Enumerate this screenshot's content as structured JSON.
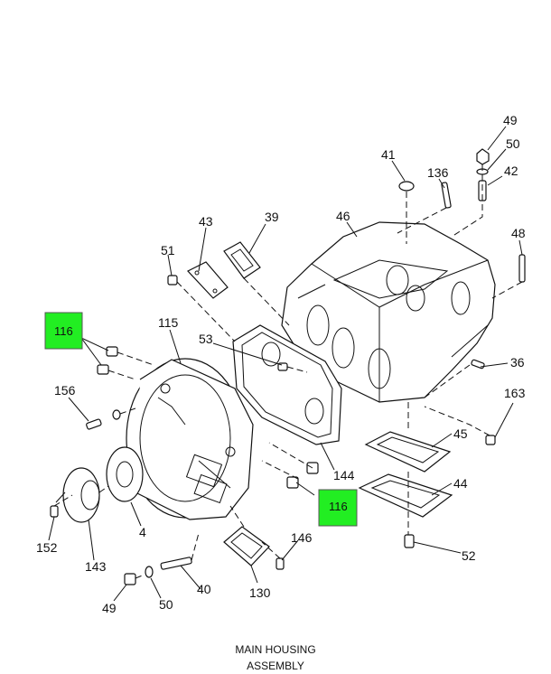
{
  "title_line1": "MAIN HOUSING",
  "title_line2": "ASSEMBLY",
  "highlight_color": "#22ee22",
  "callouts": [
    "49",
    "50",
    "42",
    "41",
    "136",
    "46",
    "48",
    "43",
    "39",
    "51",
    "36",
    "163",
    "116",
    "115",
    "53",
    "156",
    "45",
    "144",
    "44",
    "116",
    "52",
    "4",
    "146",
    "152",
    "143",
    "40",
    "130",
    "49",
    "50"
  ]
}
